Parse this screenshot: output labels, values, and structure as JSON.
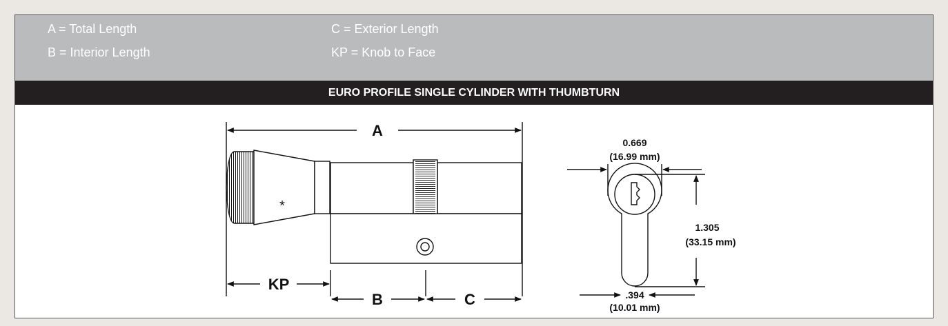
{
  "legend": {
    "a": "A = Total Length",
    "b": "B = Interior Length",
    "c": "C = Exterior Length",
    "kp": "KP = Knob to Face"
  },
  "title": "EURO PROFILE SINGLE CYLINDER WITH THUMBTURN",
  "side_view": {
    "label_a": "A",
    "label_kp": "KP",
    "label_b": "B",
    "label_c": "C",
    "asterisk": "*"
  },
  "end_view": {
    "width_in": "0.669",
    "width_mm": "(16.99 mm)",
    "height_in": "1.305",
    "height_mm": "(33.15 mm)",
    "tail_in": ".394",
    "tail_mm": "(10.01 mm)"
  }
}
